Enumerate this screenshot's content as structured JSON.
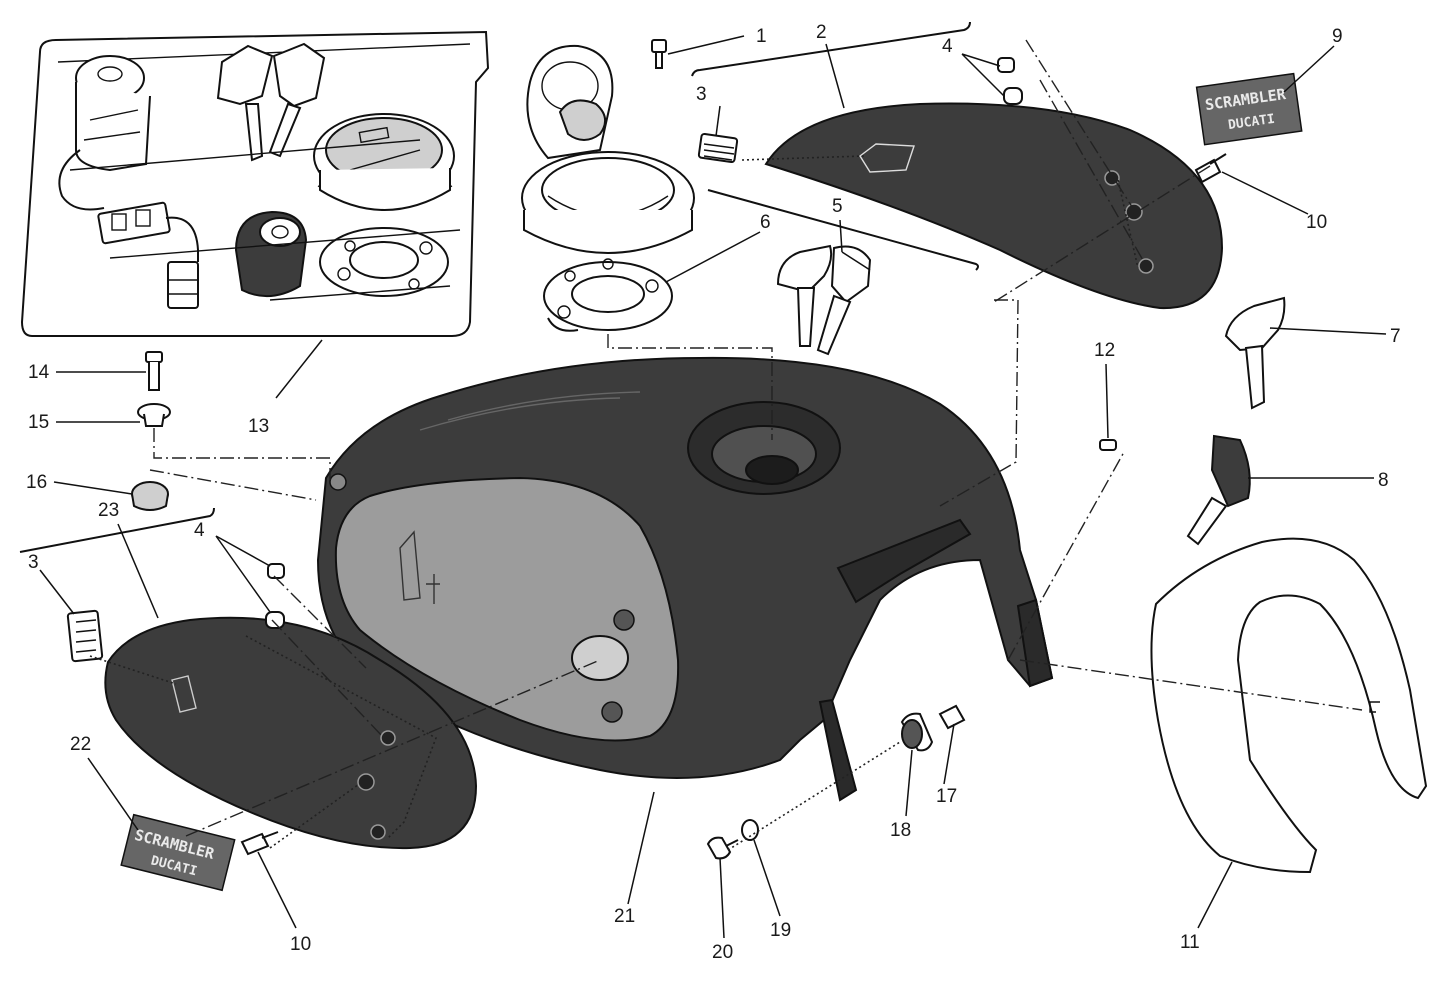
{
  "diagram": {
    "title": "Fuel tank exploded view",
    "colors": {
      "ink": "#111111",
      "tank": "#3c3c3c",
      "panel": "#9c9c9c",
      "background": "#ffffff"
    },
    "decals": {
      "top_right": {
        "line1": "SCRAMBLER",
        "line2": "DUCATI"
      },
      "bottom_left": {
        "line1": "SCRAMBLER",
        "line2": "DUCATI"
      }
    },
    "callouts": {
      "c1": "1",
      "c2": "2",
      "c3a": "3",
      "c3b": "3",
      "c4a": "4",
      "c4b": "4",
      "c5": "5",
      "c6": "6",
      "c7": "7",
      "c8": "8",
      "c9": "9",
      "c10a": "10",
      "c10b": "10",
      "c11": "11",
      "c12": "12",
      "c13": "13",
      "c14": "14",
      "c15": "15",
      "c16": "16",
      "c17": "17",
      "c18": "18",
      "c19": "19",
      "c20": "20",
      "c21": "21",
      "c22": "22",
      "c23": "23"
    }
  }
}
